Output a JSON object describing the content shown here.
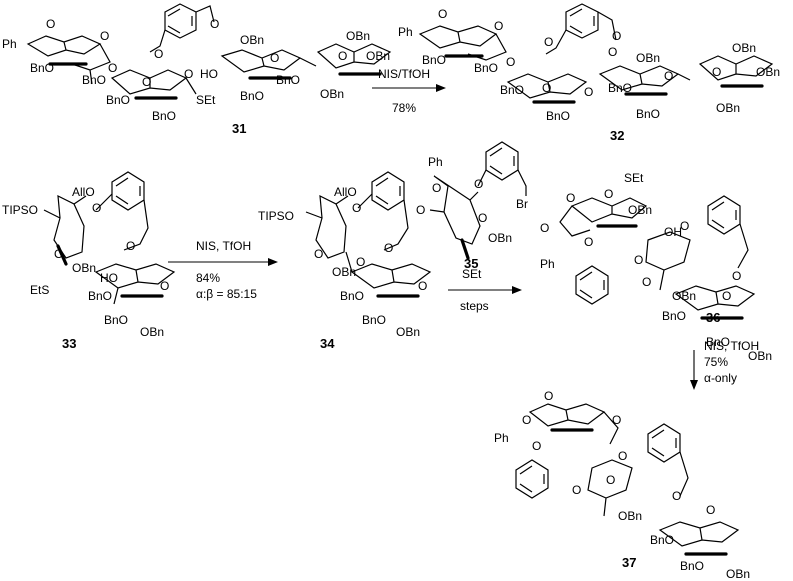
{
  "compounds": {
    "c31": {
      "number": "31",
      "labels": [
        "Ph",
        "O",
        "O",
        "BnO",
        "BnO",
        "O",
        "O",
        "O",
        "BnO",
        "BnO",
        "O",
        "SEt",
        "HO",
        "O",
        "OBn",
        "O",
        "BnO",
        "BnO",
        "O",
        "OBn",
        "OBn",
        "OBn"
      ]
    },
    "c32": {
      "number": "32",
      "labels": [
        "Ph",
        "O",
        "O",
        "BnO",
        "BnO",
        "O",
        "O",
        "O",
        "BnO",
        "BnO",
        "O",
        "O",
        "O",
        "OBn",
        "O",
        "BnO",
        "BnO",
        "O",
        "OBn",
        "OBn",
        "OBn"
      ]
    },
    "c33": {
      "number": "33",
      "labels": [
        "AllO",
        "TIPSO",
        "O",
        "O",
        "OBn",
        "EtS",
        "HO",
        "O",
        "BnO",
        "BnO",
        "O",
        "OBn"
      ]
    },
    "c34": {
      "number": "34",
      "labels": [
        "AllO",
        "TIPSO",
        "O",
        "O",
        "OBn",
        "O",
        "O",
        "BnO",
        "BnO",
        "O",
        "OBn"
      ]
    },
    "c35": {
      "number": "35",
      "labels": [
        "Ph",
        "O",
        "O",
        "O",
        "O",
        "OBn",
        "SEt",
        "Br"
      ]
    },
    "c36": {
      "number": "36",
      "labels": [
        "SEt",
        "O",
        "O",
        "OBn",
        "O",
        "O",
        "Ph",
        "OH",
        "O",
        "O",
        "O",
        "OBn",
        "O",
        "BnO",
        "O",
        "BnO",
        "OBn"
      ]
    },
    "c37": {
      "number": "37",
      "labels": [
        "Ph",
        "O",
        "O",
        "O",
        "O",
        "O",
        "O",
        "O",
        "OBn",
        "O",
        "BnO",
        "O",
        "BnO",
        "OBn"
      ]
    }
  },
  "reactions": {
    "r1": {
      "reagents": "NIS/TfOH",
      "yield": "78%"
    },
    "r2": {
      "reagents": "NIS, TfOH",
      "yield": "84%",
      "selectivity": "α:β = 85:15"
    },
    "r3": {
      "reagents": "steps"
    },
    "r4": {
      "reagents": "NIS, TfOH",
      "yield": "75%",
      "selectivity": "α-only"
    }
  }
}
